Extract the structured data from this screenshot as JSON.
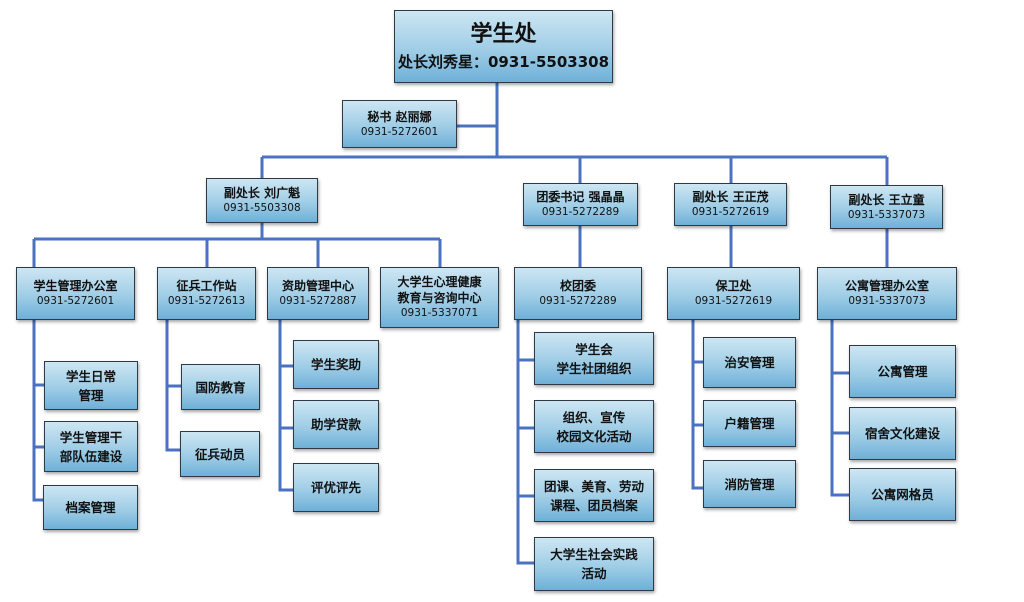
{
  "root": {
    "title": "学生处",
    "subtitle": "处长刘秀星：0931-5503308"
  },
  "secretary": {
    "title": "秘书  赵丽娜",
    "phone": "0931-5272601"
  },
  "leaders": [
    {
      "title": "副处长  刘广魁",
      "phone": "0931-5503308"
    },
    {
      "title": "团委书记  强晶晶",
      "phone": "0931-5272289"
    },
    {
      "title": "副处长  王正茂",
      "phone": "0931-5272619"
    },
    {
      "title": "副处长  王立童",
      "phone": "0931-5337073"
    }
  ],
  "departments": [
    {
      "title": "学生管理办公室",
      "phone": "0931-5272601",
      "children": [
        "学生日常\n管理",
        "学生管理干\n部队伍建设",
        "档案管理"
      ]
    },
    {
      "title": "征兵工作站",
      "phone": "0931-5272613",
      "children": [
        "国防教育",
        "征兵动员"
      ]
    },
    {
      "title": "资助管理中心",
      "phone": "0931-5272887",
      "children": [
        "学生奖助",
        "助学贷款",
        "评优评先"
      ]
    },
    {
      "title": "大学生心理健康\n教育与咨询中心",
      "phone": "0931-5337071",
      "children": []
    },
    {
      "title": "校团委",
      "phone": "0931-5272289",
      "children": [
        "学生会\n学生社团组织",
        "组织、宣传\n校园文化活动",
        "团课、美育、劳动\n课程、团员档案",
        "大学生社会实践\n活动"
      ]
    },
    {
      "title": "保卫处",
      "phone": "0931-5272619",
      "children": [
        "治安管理",
        "户籍管理",
        "消防管理"
      ]
    },
    {
      "title": "公寓管理办公室",
      "phone": "0931-5337073",
      "children": [
        "公寓管理",
        "宿舍文化建设",
        "公寓网格员"
      ]
    }
  ],
  "colors": {
    "line": "#4a72c0",
    "box_top": "#cde6f3",
    "box_bottom": "#6fb0d8",
    "border": "#2f3a45"
  }
}
